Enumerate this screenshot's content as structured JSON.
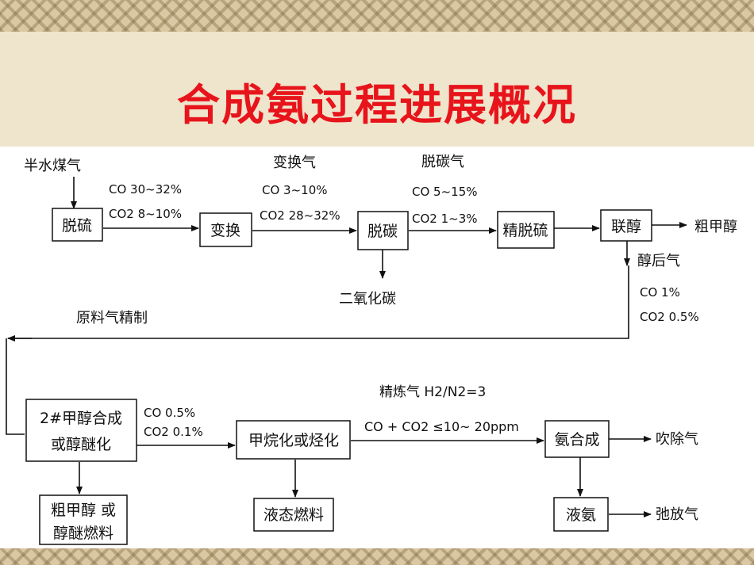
{
  "title": "合成氨过程进展概况",
  "nodes": {
    "desulfurization": "脱硫",
    "shift": "变换",
    "decarbonization": "脱碳",
    "fine_desulfurization": "精脱硫",
    "co_methanol": "联醇",
    "methanol_synthesis_line1": "2#甲醇合成",
    "methanol_synthesis_line2": "或醇醚化",
    "methanation": "甲烷化或烃化",
    "ammonia_synthesis": "氨合成",
    "crude_methanol_box_line1": "粗甲醇 或",
    "crude_methanol_box_line2": "醇醚燃料",
    "liquid_fuel": "液态燃料",
    "liquid_ammonia": "液氨"
  },
  "labels": {
    "semi_water_gas": "半水煤气",
    "co_30_32": "CO 30~32%",
    "co2_8_10": "CO2 8~10%",
    "shift_gas": "变换气",
    "co_3_10": "CO 3~10%",
    "co2_28_32": "CO2 28~32%",
    "decarbonized_gas": "脱碳气",
    "co_5_15": "CO 5~15%",
    "co2_1_3": "CO2 1~3%",
    "carbon_dioxide": "二氧化碳",
    "crude_methanol_out": "粗甲醇",
    "post_alcohol_gas": "醇后气",
    "co_1": "CO 1%",
    "co2_0_5": "CO2 0.5%",
    "feed_gas_refining": "原料气精制",
    "co_0_5": "CO 0.5%",
    "co2_0_1": "CO2 0.1%",
    "refined_gas_ratio": "精炼气 H2/N2=3",
    "co_co2_ppm": "CO + CO2 ≤10~ 20ppm",
    "purge_gas": "吹除气",
    "relief_gas": "弛放气"
  }
}
